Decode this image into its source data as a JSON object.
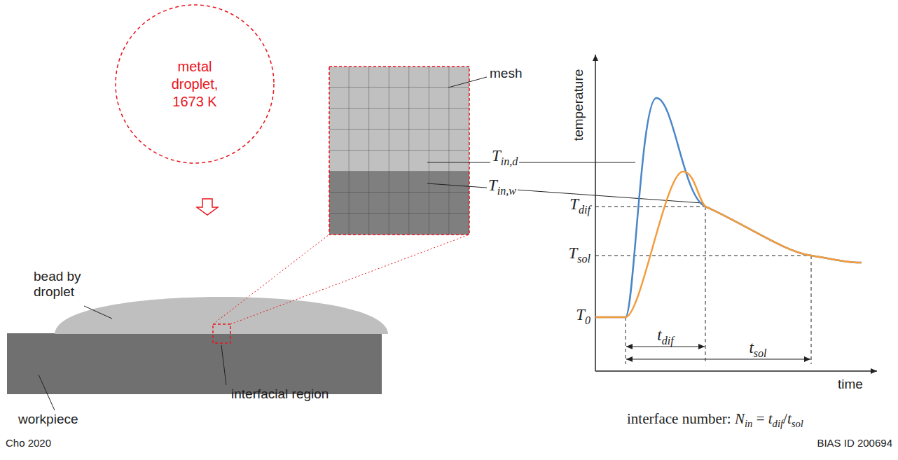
{
  "diagram": {
    "nodes": [
      {
        "text": [
          "metal droplet, 1673 K"
        ]
      }
    ],
    "labels": [
      "bead by droplet",
      "interfacial region",
      "workpiece",
      "mesh",
      "T",
      "in,d",
      "T",
      "in,w",
      "temperature",
      "time",
      "T",
      "dif",
      "T",
      "sol",
      "T",
      "0",
      "t",
      "dif",
      "t",
      "sol",
      "interface number:",
      "N",
      "in",
      "=",
      "t",
      "dif",
      "/",
      "t",
      "sol",
      "Cho 2020",
      "BIAS ID 200694"
    ]
  }
}
